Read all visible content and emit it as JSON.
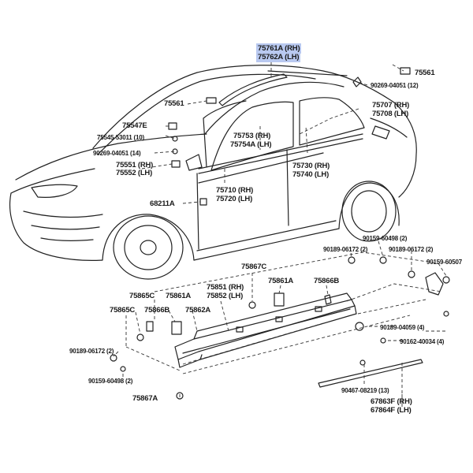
{
  "colors": {
    "line": "#222222",
    "leader": "#333333",
    "highlight": "#b9c9f0",
    "background": "#ffffff"
  },
  "labels": {
    "top_rh": "75761A (RH)",
    "top_lh": "75762A (LH)",
    "p75561_right": "75561",
    "p90269_12": "90269-04051 (12)",
    "p75561_left": "75561",
    "p75707": "75707 (RH)",
    "p75708": "75708 (LH)",
    "p75547": "75547E",
    "p75545": "75545-53011 (10)",
    "p90269_14": "90269-04051 (14)",
    "p75551": "75551 (RH)",
    "p75552": "75552 (LH)",
    "p75753": "75753 (RH)",
    "p75754": "75754A (LH)",
    "p75730": "75730 (RH)",
    "p75740": "75740 (LH)",
    "p75710": "75710 (RH)",
    "p75720": "75720 (LH)",
    "p68211": "68211A",
    "p90159_2_top": "90159-60498 (2)",
    "p90189_2_a": "90189-06172 (2)",
    "p90189_2_b": "90189-06172 (2)",
    "p90159_60507": "90159-60507",
    "p75867c": "75867C",
    "p75861a_right": "75861A",
    "p75866b_right": "75866B",
    "p75851": "75851 (RH)",
    "p75852": "75852 (LH)",
    "p75865c_a": "75865C",
    "p75861a_left": "75861A",
    "p75865c_b": "75865C",
    "p75866b_left": "75866B",
    "p75862a": "75862A",
    "p90189_04059": "90189-04059 (4)",
    "p90162": "90162-40034 (4)",
    "p90189_2_left": "90189-06172 (2)",
    "p90159_2_left": "90159-60498 (2)",
    "p90467": "90467-08219 (13)",
    "p67863": "67863F (RH)",
    "p67864": "67864F (LH)",
    "p75867a": "75867A"
  }
}
